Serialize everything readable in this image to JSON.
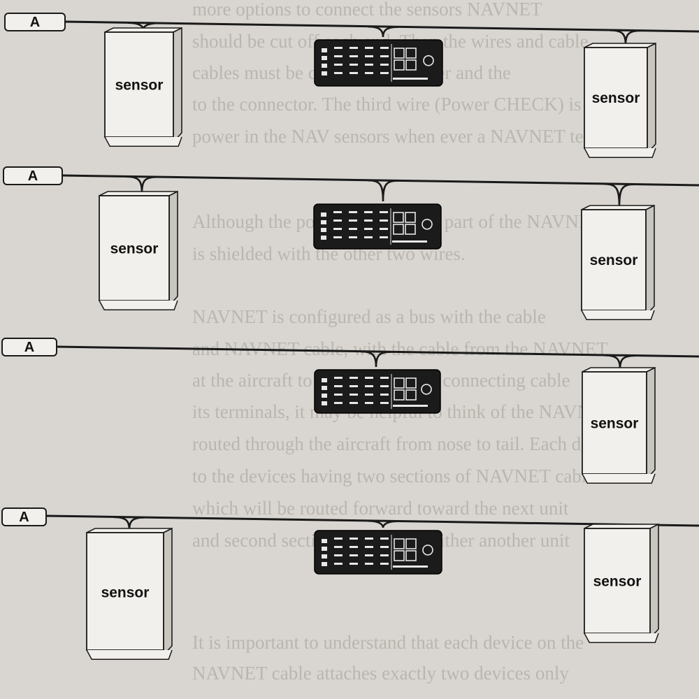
{
  "diagram": {
    "rows": [
      {
        "connector_label": "A",
        "left_sensor_label": "sensor",
        "right_sensor_label": "sensor",
        "has_left_sensor": true
      },
      {
        "connector_label": "A",
        "left_sensor_label": "sensor",
        "right_sensor_label": "sensor",
        "has_left_sensor": true
      },
      {
        "connector_label": "A",
        "left_sensor_label": "",
        "right_sensor_label": "sensor",
        "has_left_sensor": false
      },
      {
        "connector_label": "A",
        "left_sensor_label": "sensor",
        "right_sensor_label": "sensor",
        "has_left_sensor": true
      }
    ]
  },
  "colors": {
    "paper": "#d9d6d1",
    "line": "#1a1a1a",
    "box_face": "#f2f0ec",
    "box_shade": "#c9c5bf",
    "panel": "#1b1b1b",
    "panel_detail": "#e8e8e8",
    "bleed_text": "#b9b6b0"
  },
  "background_text": [
    "more options to connect the sensors NAVNET",
    "should be cut off each end. Then the wires and cable",
    "cables must be connected together and the",
    "to the connector. The third wire (Power CHECK) is",
    "power in the NAV sensors when ever a NAVNET term",
    "Although the power the wire is a part of the NAVNET",
    "is shielded with the other two wires.",
    "NAVNET is configured as a bus with the cable",
    "and NAVNET cable, with the cable from the NAVNET",
    "at the aircraft to the sensor and a connecting cable",
    "its terminals, it may be helpful to think of the NAVNET",
    "routed through the aircraft from nose to tail. Each de",
    "to the devices having two sections of NAVNET cable",
    "which will be routed forward toward the next unit",
    "and second section going aft to either another unit",
    "It is important to understand that each device on the",
    "NAVNET cable attaches exactly two devices only"
  ]
}
